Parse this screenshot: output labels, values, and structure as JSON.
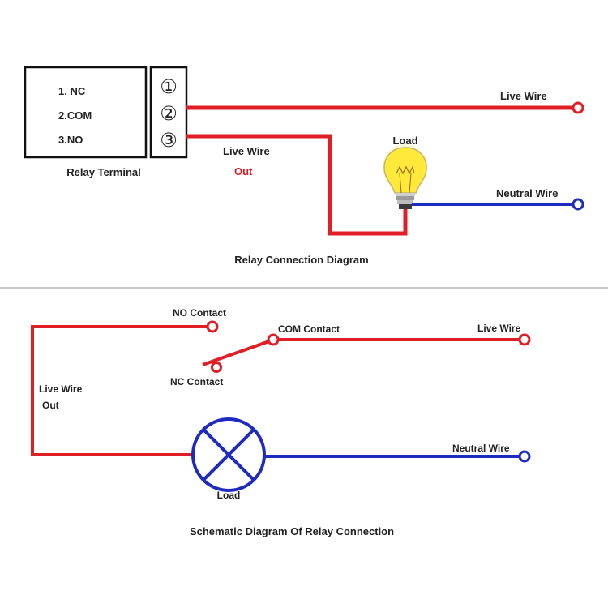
{
  "colors": {
    "live": "#e01e25",
    "neutral": "#1e2bbf",
    "box": "#111111",
    "divider": "#c8c8c8",
    "bulb": "#ffe93a"
  },
  "top": {
    "terminal_items": [
      "1. NC",
      "2.COM",
      "3.NO"
    ],
    "terminal_numbers": [
      "①",
      "②",
      "③"
    ],
    "relay_terminal_label": "Relay Terminal",
    "live_wire_label": "Live Wire",
    "live_wire_out_label": "Live Wire",
    "out_label": "Out",
    "load_label": "Load",
    "neutral_wire_label": "Neutral Wire",
    "title": "Relay Connection Diagram"
  },
  "bottom": {
    "no_contact_label": "NO Contact",
    "com_contact_label": "COM Contact",
    "nc_contact_label": "NC Contact",
    "live_wire_label": "Live Wire",
    "live_wire_out_label": "Live Wire",
    "out_label": "Out",
    "neutral_wire_label": "Neutral Wire",
    "load_label": "Load",
    "title": "Schematic Diagram Of Relay Connection"
  }
}
